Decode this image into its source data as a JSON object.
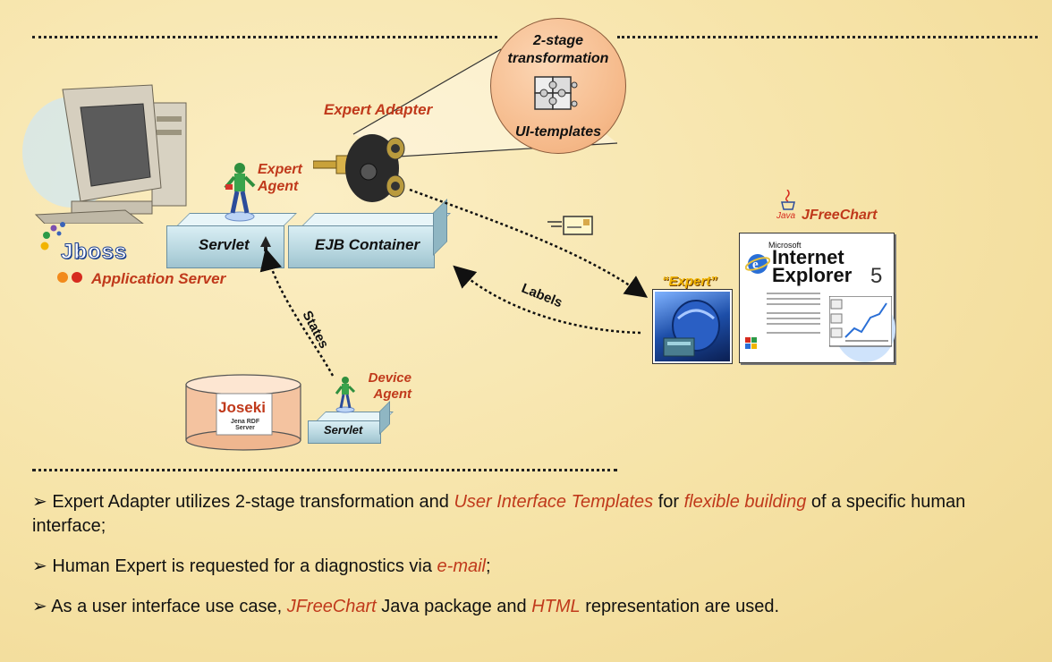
{
  "diagram": {
    "circle": {
      "title": "2-stage transformation",
      "subtitle": "UI-templates"
    },
    "expert_adapter": "Expert Adapter",
    "expert_agent": "Expert Agent",
    "servlet": "Servlet",
    "ejb_container": "EJB Container",
    "jboss_logo": "Jboss",
    "app_server": "Application Server",
    "states": "States",
    "labels": "Labels",
    "device_agent": "Device Agent",
    "joseki": {
      "name": "Joseki",
      "sub": "Jena RDF Server"
    },
    "device_servlet": "Servlet",
    "jfreechart": "JFreeChart",
    "java_logo": "Java",
    "expert_label": "“Expert”",
    "ie": {
      "brand": "Microsoft",
      "name1": "Internet",
      "name2": "Explorer",
      "version": "5"
    }
  },
  "bullets": [
    {
      "parts": [
        {
          "text": "➢ Expert Adapter utilizes 2-stage transformation and ",
          "accent": false
        },
        {
          "text": "User Interface Templates",
          "accent": true
        },
        {
          "text": " for ",
          "accent": false
        },
        {
          "text": "flexible building",
          "accent": true
        },
        {
          "text": " of a specific human interface;",
          "accent": false
        }
      ]
    },
    {
      "parts": [
        {
          "text": "➢ Human Expert is requested for a diagnostics via ",
          "accent": false
        },
        {
          "text": "e-mail",
          "accent": true
        },
        {
          "text": ";",
          "accent": false
        }
      ]
    },
    {
      "parts": [
        {
          "text": "➢ As a user interface use case, ",
          "accent": false
        },
        {
          "text": "JFreeChart",
          "accent": true
        },
        {
          "text": " Java package and ",
          "accent": false
        },
        {
          "text": "HTML",
          "accent": true
        },
        {
          "text": " representation are used.",
          "accent": false
        }
      ]
    }
  ],
  "colors": {
    "accent": "#c0391b",
    "background": "#f6e4a9",
    "circle": "#f5b888"
  }
}
